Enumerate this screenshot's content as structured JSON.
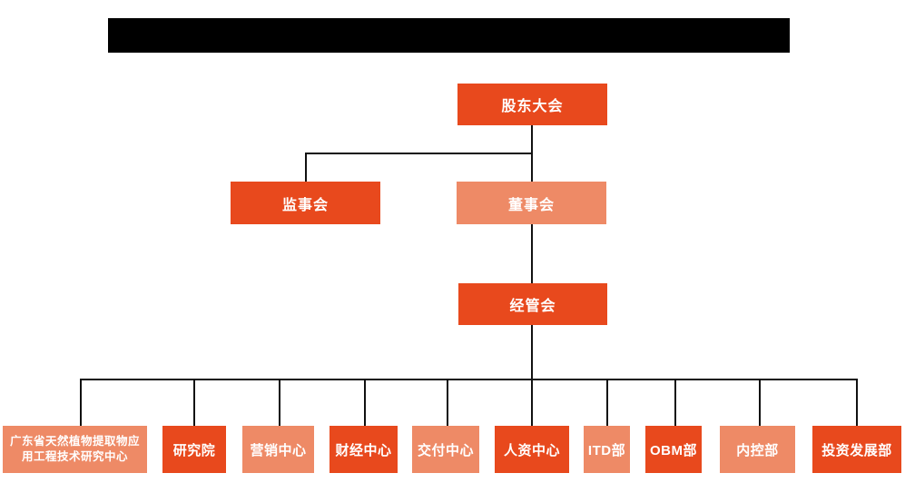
{
  "colors": {
    "page_background": "#ffffff",
    "redacted_black": "#000000",
    "primary_orange": "#E8491D",
    "secondary_salmon": "#EE8A66",
    "connector_black": "#111111",
    "node_text": "#ffffff"
  },
  "org_chart": {
    "root": {
      "label": "股东大会",
      "variant": "primary"
    },
    "level2": [
      {
        "label": "监事会",
        "variant": "primary"
      },
      {
        "label": "董事会",
        "variant": "secondary"
      }
    ],
    "level3": [
      {
        "label": "经管会",
        "variant": "primary"
      }
    ],
    "level4": [
      {
        "label": "广东省天然植物提取物应\n用工程技术研究中心",
        "full_name": "广东省天然植物提取物应用工程技术研究中心",
        "variant": "secondary"
      },
      {
        "label": "研究院",
        "variant": "primary"
      },
      {
        "label": "营销中心",
        "variant": "secondary"
      },
      {
        "label": "财经中心",
        "variant": "primary"
      },
      {
        "label": "交付中心",
        "variant": "secondary"
      },
      {
        "label": "人资中心",
        "variant": "primary"
      },
      {
        "label": "ITD部",
        "variant": "secondary"
      },
      {
        "label": "OBM部",
        "variant": "primary"
      },
      {
        "label": "内控部",
        "variant": "secondary"
      },
      {
        "label": "投资发展部",
        "variant": "primary"
      }
    ]
  }
}
